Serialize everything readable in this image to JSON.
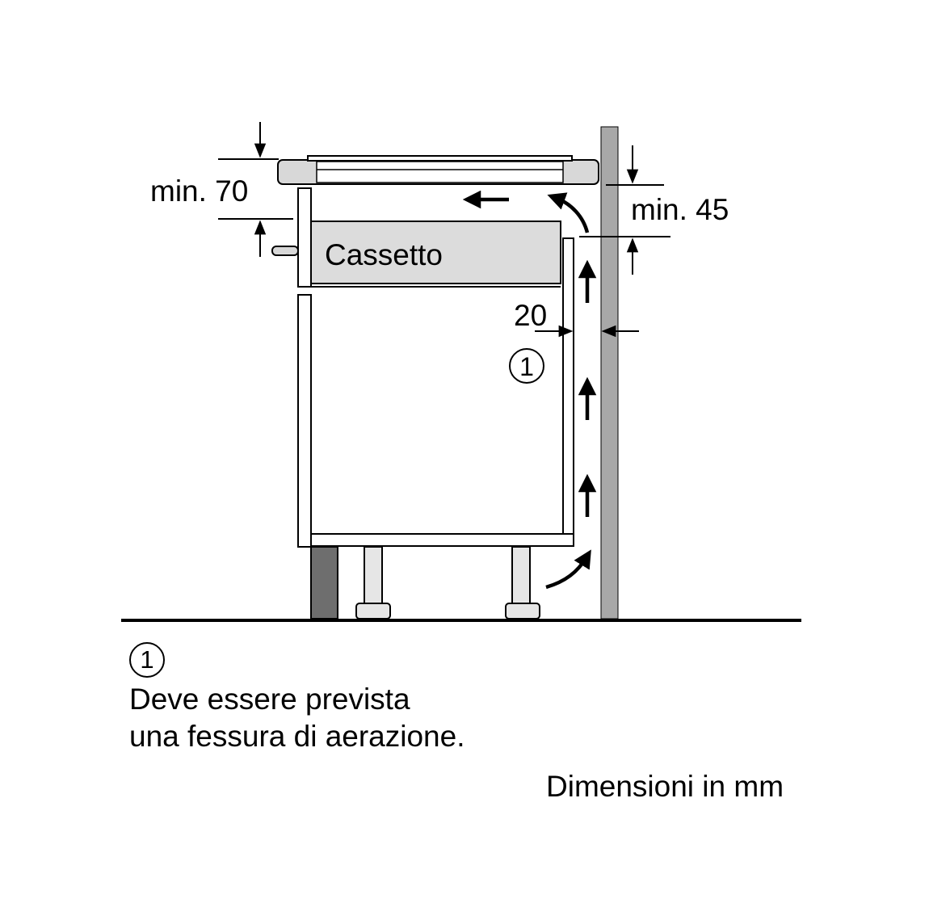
{
  "labels": {
    "min70": "min. 70",
    "min45": "min. 45",
    "gap20": "20",
    "drawer": "Cassetto",
    "callout1": "1"
  },
  "legend": {
    "marker": "1",
    "line1": "Deve essere prevista",
    "line2": "una fessura di aerazione."
  },
  "units": "Dimensioni in mm",
  "colors": {
    "ink": "#000000",
    "wall_fill": "#a8a8a8",
    "plinth_fill": "#6e6e6e",
    "drawer_fill": "#dcdcdc",
    "hob_fill": "#d8d8d8",
    "leg_fill": "#e6e6e6"
  },
  "icons": {
    "airflow": "arrow-icon",
    "callout": "circled-number-icon"
  }
}
